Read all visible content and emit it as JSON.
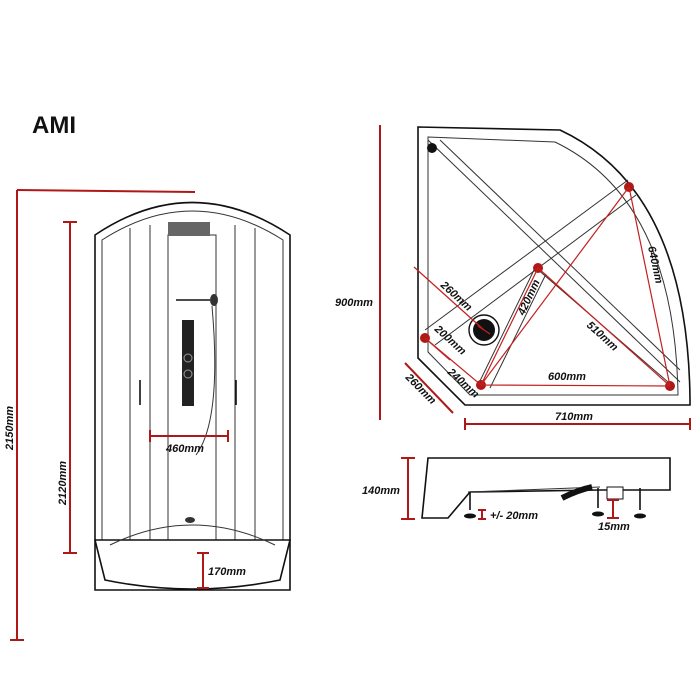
{
  "title": "AMI",
  "front_view": {
    "height_total": "2150mm",
    "height_cabin": "2120mm",
    "panel_width": "460mm",
    "tray_height": "170mm"
  },
  "top_view": {
    "depth": "900mm",
    "width": "710mm",
    "chamfer": "260mm",
    "drain_offset": "260mm",
    "leg_a": "200mm",
    "leg_b": "240mm",
    "leg_c": "420mm",
    "leg_d": "510mm",
    "leg_e": "600mm",
    "leg_f": "640mm"
  },
  "side_view": {
    "tray_height": "140mm",
    "adjust": "+/- 20mm",
    "clearance": "15mm"
  },
  "colors": {
    "dimension": "#b01818",
    "line": "#111111"
  }
}
